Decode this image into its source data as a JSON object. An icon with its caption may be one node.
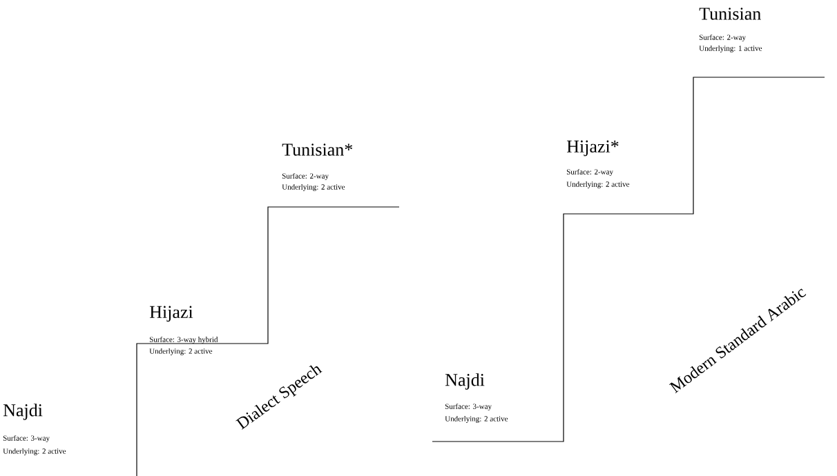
{
  "diagram": {
    "labels": [
      "Tunisian",
      "Surface: 2-way",
      "Underlying: 1 active",
      "Tunisian*",
      "Surface: 2-way",
      "Underlying: 2 active",
      "Hijazi*",
      "Surface: 2-way",
      "Underlying: 2 active",
      "Hijazi",
      "Surface: 3-way hybrid",
      "Underlying: 2 active",
      "Modern Standard Arabic",
      "Najdi",
      "Surface: 3-way",
      "Underlying: 2 active",
      "Dialect Speech",
      "Najdi",
      "Surface: 3-way",
      "Underlying: 2 active"
    ]
  }
}
